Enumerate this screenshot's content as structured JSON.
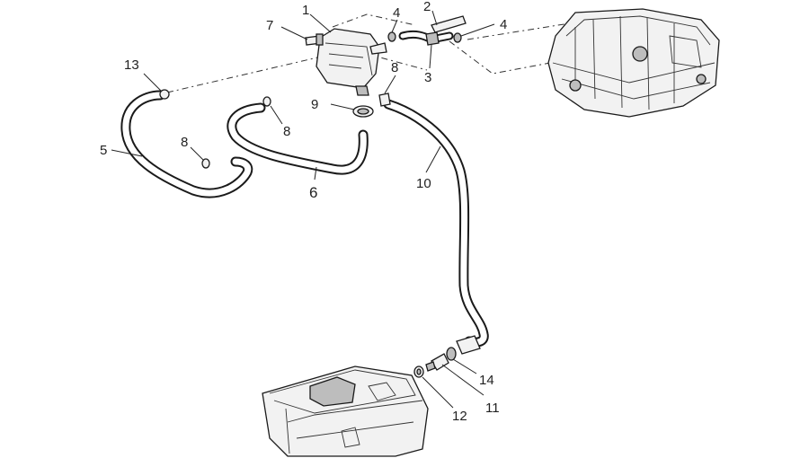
{
  "diagram": {
    "callouts": [
      {
        "id": "c1",
        "text": "1"
      },
      {
        "id": "c2",
        "text": "2"
      },
      {
        "id": "c3",
        "text": "3"
      },
      {
        "id": "c4a",
        "text": "4"
      },
      {
        "id": "c4b",
        "text": "4"
      },
      {
        "id": "c5",
        "text": "5"
      },
      {
        "id": "c6",
        "text": "6"
      },
      {
        "id": "c7",
        "text": "7"
      },
      {
        "id": "c8a",
        "text": "8"
      },
      {
        "id": "c8b",
        "text": "8"
      },
      {
        "id": "c8c",
        "text": "8"
      },
      {
        "id": "c9",
        "text": "9"
      },
      {
        "id": "c10",
        "text": "10"
      },
      {
        "id": "c11",
        "text": "11"
      },
      {
        "id": "c12",
        "text": "12"
      },
      {
        "id": "c13",
        "text": "13"
      },
      {
        "id": "c14",
        "text": "14"
      }
    ]
  }
}
